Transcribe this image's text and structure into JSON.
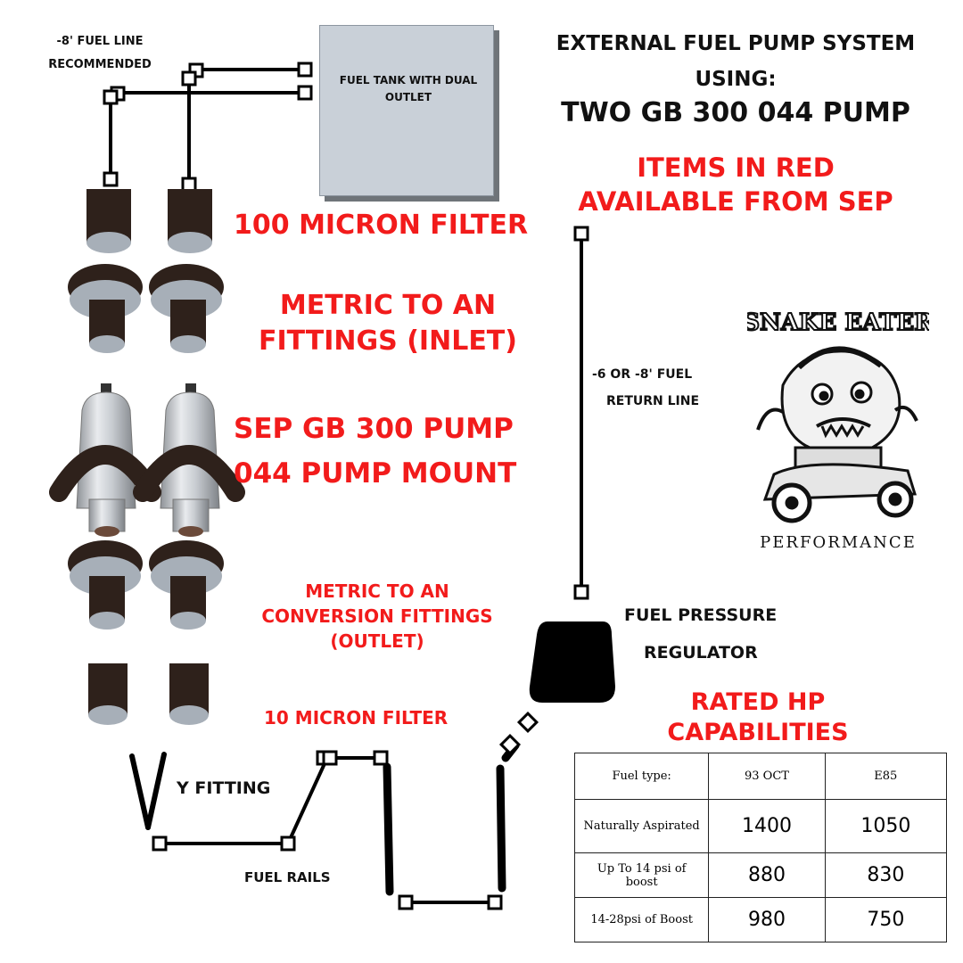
{
  "title": {
    "line1": "External fuel pump system",
    "line2": "using:",
    "line3": "two GB 300 044 pump"
  },
  "note": {
    "line1": "Items in red",
    "line2": "available from SEP"
  },
  "tank_label": "Fuel tank with dual outlet",
  "labels": {
    "fuel_line_1": "-8' fuel line",
    "fuel_line_2": "recommended",
    "filter_100": "100 Micron filter",
    "metric_inlet_1": "Metric to AN",
    "metric_inlet_2": "fittings (Inlet)",
    "pump_1": "SEP GB 300 pump",
    "pump_2": "044 pump mount",
    "metric_outlet_1": "Metric to AN",
    "metric_outlet_2": "conversion fittings",
    "metric_outlet_3": "(Outlet)",
    "filter_10": "10 micron filter",
    "y_fitting": "Y Fitting",
    "fuel_rails": "Fuel rails",
    "return_1": "-6 or -8' fuel",
    "return_2": "return line",
    "regulator_1": "Fuel pressure",
    "regulator_2": "regulator"
  },
  "hp": {
    "title_1": "rated HP",
    "title_2": "capabilities",
    "headers": [
      "Fuel type:",
      "93 OCT",
      "E85"
    ],
    "rows": [
      {
        "label": "Naturally Aspirated",
        "oct93": "1400",
        "e85": "1050"
      },
      {
        "label": "Up To 14 psi of boost",
        "oct93": "880",
        "e85": "830"
      },
      {
        "label": "14-28psi of Boost",
        "oct93": "980",
        "e85": "750"
      }
    ]
  },
  "logo": {
    "top": "SNAKE EATER",
    "bottom": "PERFORMANCE"
  },
  "colors": {
    "accent_red": "#f21b1b",
    "component_dark": "#2e211b",
    "component_light": "#a7afb8",
    "tank_fill": "#c9d0d8"
  }
}
